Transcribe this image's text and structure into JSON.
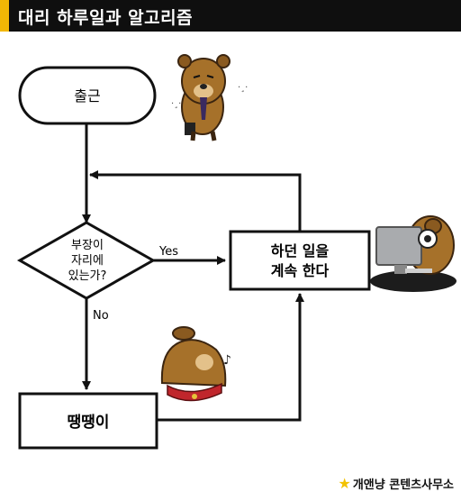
{
  "header": {
    "title": "대리 하루일과 알고리즘",
    "accent_color": "#f2b705",
    "background": "#0f0f0f"
  },
  "flowchart": {
    "start": "출근",
    "decision": [
      "부장이",
      "자리에",
      "있는가?"
    ],
    "yes_label": "Yes",
    "no_label": "No",
    "process_yes": [
      "하던 일을",
      "계속 한다"
    ],
    "process_no": "땡땡이"
  },
  "characters": [
    {
      "name": "commuting-bear",
      "icon": "bear-with-briefcase"
    },
    {
      "name": "working-bear",
      "icon": "bear-at-computer"
    },
    {
      "name": "slacking-bear",
      "icon": "bear-whistling"
    }
  ],
  "credit": {
    "star_icon": "star-icon",
    "text": "개앤냥 콘텐츠사무소"
  }
}
